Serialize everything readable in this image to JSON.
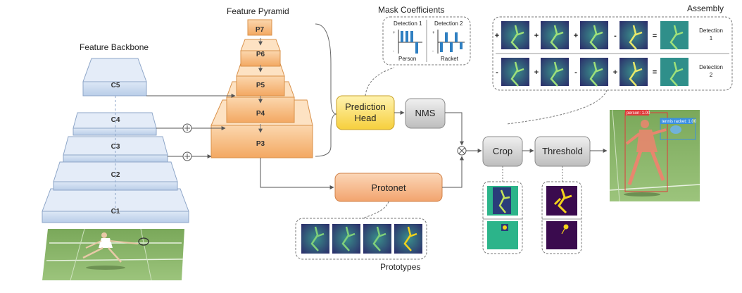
{
  "titles": {
    "backbone": "Feature Backbone",
    "pyramid": "Feature Pyramid",
    "mask_coefficients": "Mask Coefficients",
    "assembly": "Assembly",
    "prototypes": "Prototypes"
  },
  "backbone_levels": [
    "C5",
    "C4",
    "C3",
    "C2",
    "C1"
  ],
  "pyramid_levels": [
    "P7",
    "P6",
    "P5",
    "P4",
    "P3"
  ],
  "blocks": {
    "prediction_head": "Prediction Head",
    "nms": "NMS",
    "protonet": "Protonet",
    "crop": "Crop",
    "threshold": "Threshold"
  },
  "coefficients": {
    "det1": "Detection 1",
    "det2": "Detection 2",
    "class1": "Person",
    "class2": "Racket",
    "plus": "+",
    "minus": "-"
  },
  "assembly": {
    "row1_ops": [
      "+",
      "+",
      "+",
      "-",
      "="
    ],
    "row2_ops": [
      "-",
      "+",
      "-",
      "+",
      "="
    ],
    "row1_label": [
      "Detection",
      "1"
    ],
    "row2_label": [
      "Detection",
      "2"
    ]
  },
  "result_tags": {
    "person": "person: 1.00",
    "racket": "tennis racket: 1.00"
  },
  "colors": {
    "backbone_face": "#c9d9ee",
    "backbone_stroke": "#8ea6c8",
    "pyramid_face": "#f8c48f",
    "pyramid_stroke": "#d9914a",
    "head_fill": "#fbe37b",
    "nms_fill": "#d9d9d9",
    "protonet_fill": "#f7b98b",
    "prototype_bg": "#2c2e6e",
    "mask_green": "#2cb48a",
    "mask_yellow": "#f2d21b"
  }
}
